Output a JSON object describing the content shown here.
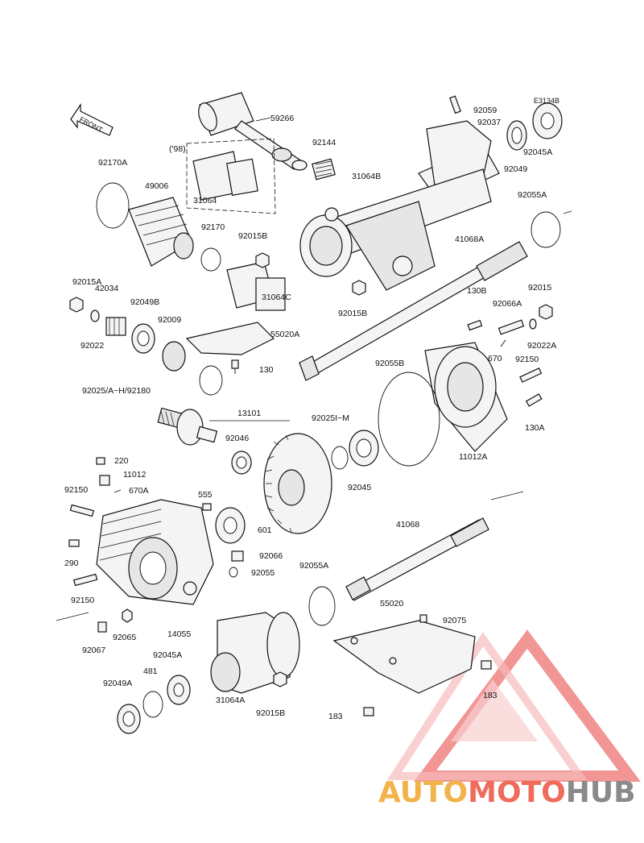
{
  "watermark": {
    "brand_part1": "AUTO",
    "brand_part2": "MOTO",
    "brand_part3": "HUB",
    "colors": {
      "triangle": "#f08a8a",
      "auto": "#f2b34a",
      "moto": "#ef6b5c",
      "hub": "#8a8a8a"
    }
  },
  "diagram": {
    "ref_code": "E3134B",
    "front_label": "FRONT",
    "year_label": "('98)",
    "labels": {
      "p59266": "59266",
      "p92144": "92144",
      "p92059": "92059",
      "p92037": "92037",
      "p92049": "92049",
      "p92045A_top": "92045A",
      "p31064B": "31064B",
      "p92170A": "92170A",
      "p49006": "49006",
      "p31064": "31064",
      "p92170": "92170",
      "p92015B_top": "92015B",
      "p92055A_top": "92055A",
      "p41068A": "41068A",
      "p92015A": "92015A",
      "p42034": "42034",
      "p92049B": "92049B",
      "p92009": "92009",
      "p92022": "92022",
      "p31064C": "31064C",
      "p92015B_mid": "92015B",
      "p130B": "130B",
      "p92015": "92015",
      "p92066A": "92066A",
      "p92022A": "92022A",
      "p55020A": "55020A",
      "p670": "670",
      "p92150_right": "92150",
      "p130": "130",
      "p92055B": "92055B",
      "p92025": "92025/A~H/92180",
      "p130A": "130A",
      "p13101": "13101",
      "p92025IM": "92025I~M",
      "p92046": "92046",
      "p11012A": "11012A",
      "p220": "220",
      "p11012": "11012",
      "p92045": "92045",
      "p92150_left": "92150",
      "p670A": "670A",
      "p555": "555",
      "p601": "601",
      "p41068": "41068",
      "p290": "290",
      "p92066": "92066",
      "p92055": "92055",
      "p92055A_bot": "92055A",
      "p92150_left2": "92150",
      "p14055": "14055",
      "p55020": "55020",
      "p92075": "92075",
      "p92067": "92067",
      "p92065": "92065",
      "p92045A_bot": "92045A",
      "p481": "481",
      "p92049A": "92049A",
      "p31064A": "31064A",
      "p92015B_bot": "92015B",
      "p183_right": "183",
      "p183_left": "183"
    }
  }
}
